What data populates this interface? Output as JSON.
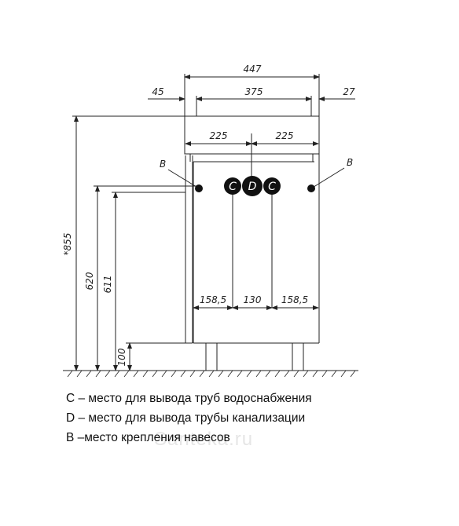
{
  "dimensions": {
    "total_width": "447",
    "left_offset": "45",
    "body_width": "375",
    "right_offset": "27",
    "half_left": "225",
    "half_right": "225",
    "total_height": "*855",
    "height_620": "620",
    "height_611": "611",
    "leg_height": "100",
    "bottom_left": "158,5",
    "bottom_mid": "130",
    "bottom_right": "158,5"
  },
  "markers": {
    "b_left": "B",
    "b_right": "B",
    "c_left": "C",
    "d_center": "D",
    "c_right": "C"
  },
  "legend": [
    {
      "code": "C",
      "text": " – место для вывода труб водоснабжения"
    },
    {
      "code": "D",
      "text": " – место для вывода трубы канализации"
    },
    {
      "code": "B",
      "text": " –место крепления навесов"
    }
  ],
  "watermark": "Santeka.ru",
  "colors": {
    "line": "#222222",
    "marker_fill": "#111111",
    "watermark": "#e6e6e6"
  }
}
